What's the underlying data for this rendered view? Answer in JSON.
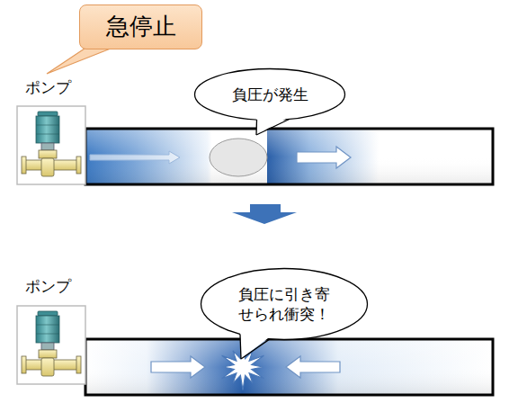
{
  "diagram": {
    "nodes": [
      {
        "text": [
          "急停止"
        ]
      },
      {
        "text": [
          "負圧が発生"
        ]
      },
      {
        "text": [
          "負圧に引き寄せられ衝突！"
        ]
      }
    ],
    "labels": [
      "ポンプ",
      "ポンプ"
    ]
  }
}
